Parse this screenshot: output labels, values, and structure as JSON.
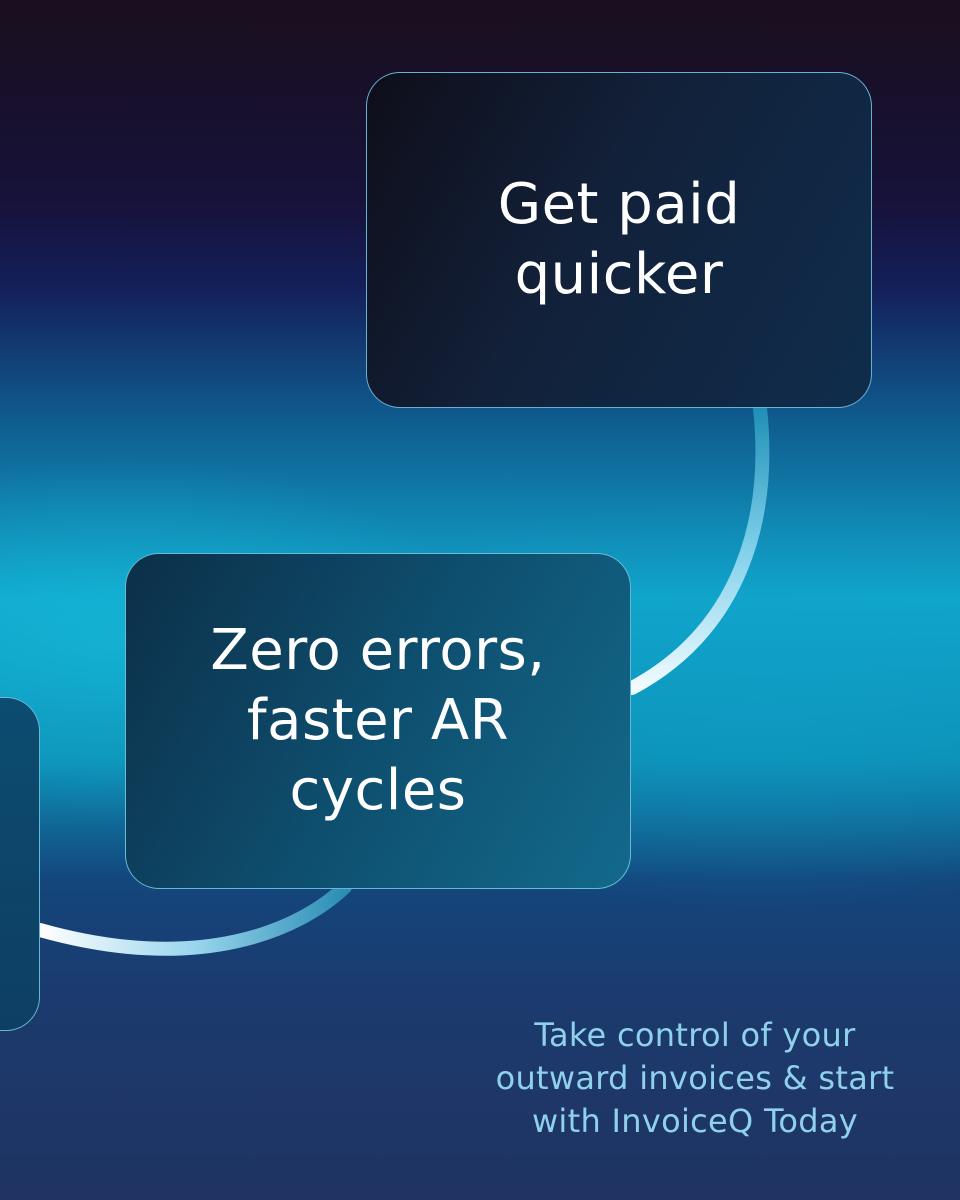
{
  "cards": [
    {
      "title": "Get paid\nquicker"
    },
    {
      "title": "Zero errors,\nfaster AR\ncycles"
    }
  ],
  "cta": {
    "text": "Take control of your\noutward invoices & start\nwith InvoiceQ  Today"
  },
  "colors": {
    "card_border": "#78cdeb",
    "cta_text": "#8fd0ec",
    "connector": "#dff4ff"
  }
}
